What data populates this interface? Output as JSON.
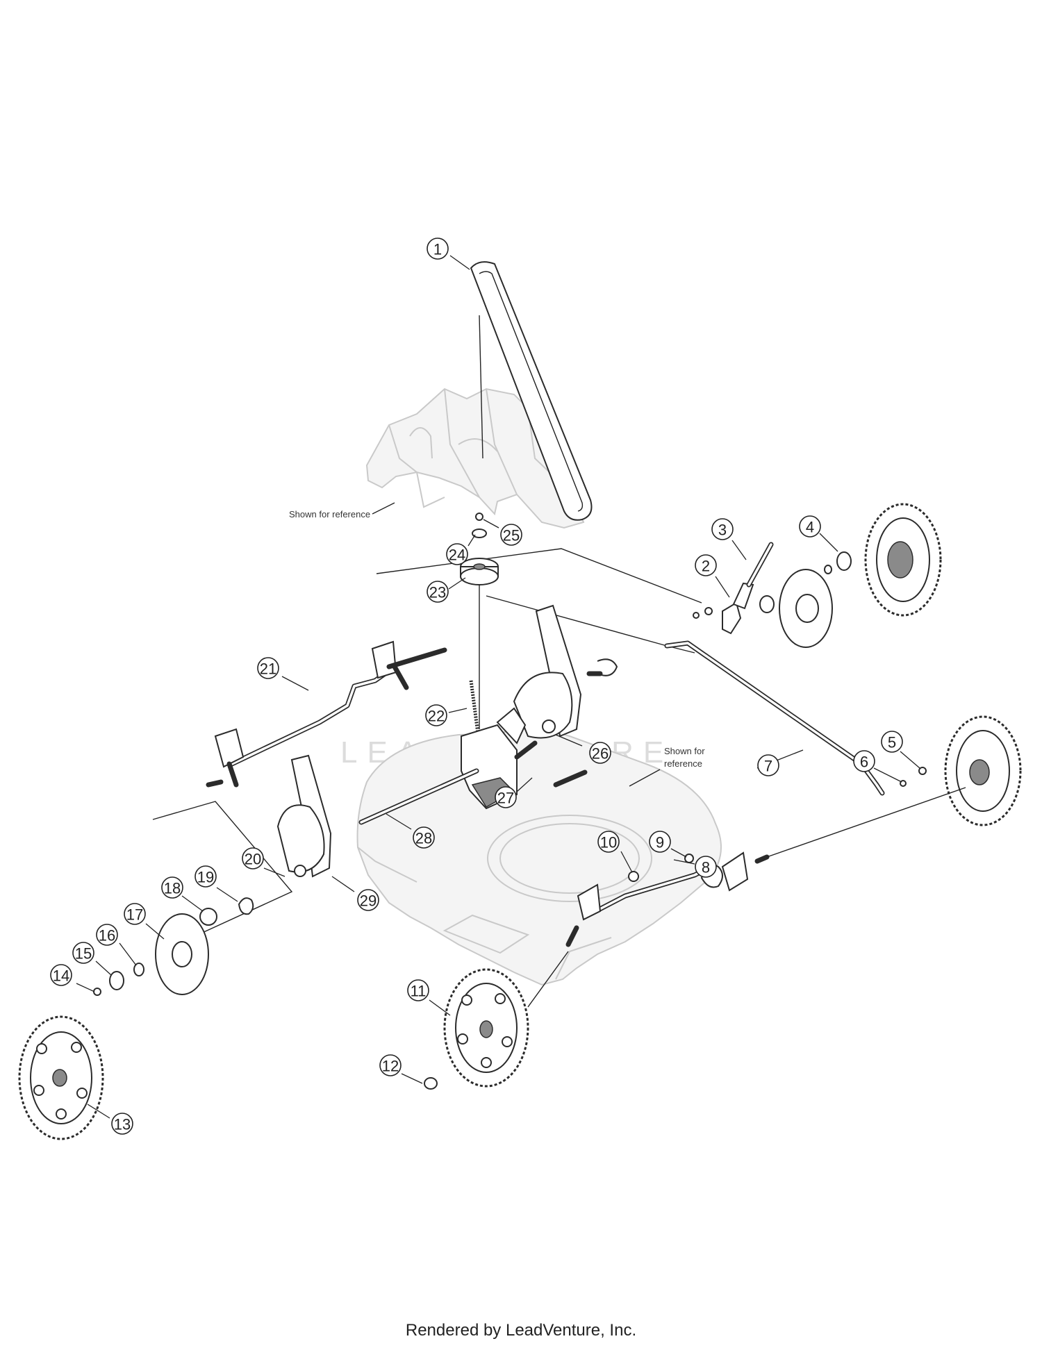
{
  "callouts": [
    {
      "n": "1"
    },
    {
      "n": "2"
    },
    {
      "n": "3"
    },
    {
      "n": "4"
    },
    {
      "n": "5"
    },
    {
      "n": "6"
    },
    {
      "n": "7"
    },
    {
      "n": "8"
    },
    {
      "n": "9"
    },
    {
      "n": "10"
    },
    {
      "n": "11"
    },
    {
      "n": "12"
    },
    {
      "n": "13"
    },
    {
      "n": "14"
    },
    {
      "n": "15"
    },
    {
      "n": "16"
    },
    {
      "n": "17"
    },
    {
      "n": "18"
    },
    {
      "n": "19"
    },
    {
      "n": "20"
    },
    {
      "n": "21"
    },
    {
      "n": "22"
    },
    {
      "n": "23"
    },
    {
      "n": "24"
    },
    {
      "n": "25"
    },
    {
      "n": "26"
    },
    {
      "n": "27"
    },
    {
      "n": "28"
    },
    {
      "n": "29"
    }
  ],
  "notes": {
    "reference_top": "Shown for reference",
    "reference_deck_line1": "Shown for",
    "reference_deck_line2": "reference"
  },
  "watermark": "LEADVENTURE",
  "footer": "Rendered by LeadVenture, Inc."
}
